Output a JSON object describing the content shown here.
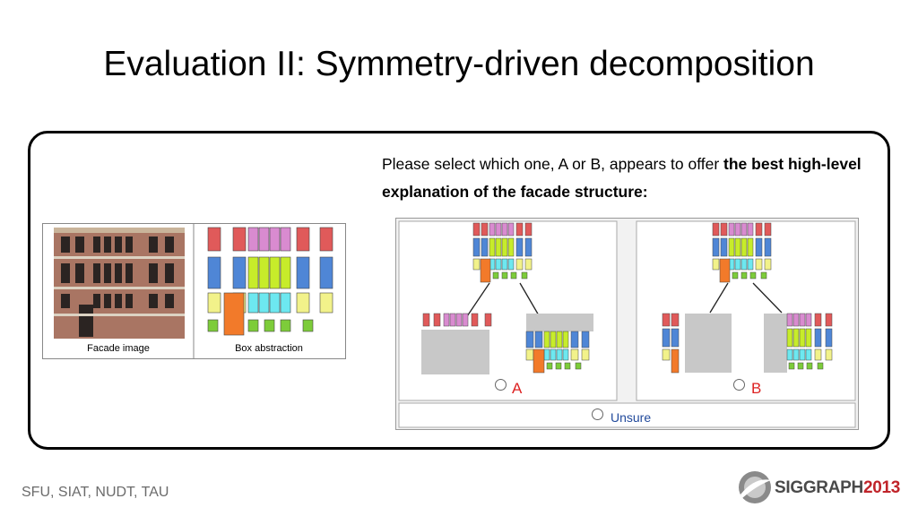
{
  "slide": {
    "title": "Evaluation II: Symmetry-driven decomposition",
    "prompt_plain": "Please select which one, A or B, appears to offer ",
    "prompt_bold": "the best high-level explanation of the facade structure:",
    "footer": "SFU, SIAT, NUDT, TAU"
  },
  "figure": {
    "facade_caption": "Facade image",
    "box_caption": "Box abstraction"
  },
  "survey": {
    "option_a": "A",
    "option_b": "B",
    "unsure": "Unsure"
  },
  "logo": {
    "text": "SIGGRAPH",
    "year": "2013"
  },
  "colors": {
    "red": "#e05a5a",
    "pink": "#d98bd0",
    "blue": "#4f86d6",
    "yellowgreen": "#c7ec2a",
    "cyan": "#6de8f0",
    "paleyellow": "#f2f28a",
    "orange": "#f27a2a",
    "green": "#7dcc3a",
    "gray": "#c8c8c8"
  }
}
